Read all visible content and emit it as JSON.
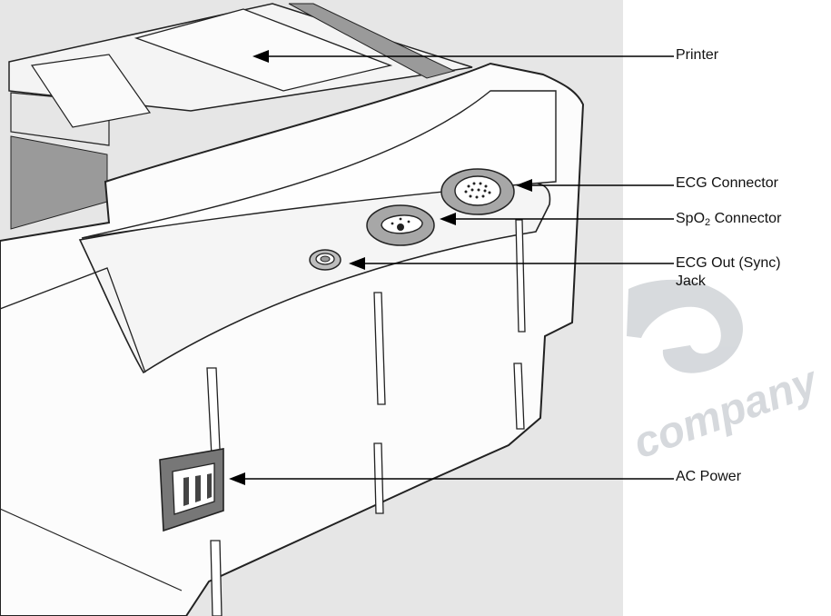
{
  "callouts": {
    "printer": "Printer",
    "ecg_connector": "ECG Connector",
    "spo2_prefix": "SpO",
    "spo2_sub": "2",
    "spo2_suffix": " Connector",
    "ecg_out_line1": "ECG Out (Sync)",
    "ecg_out_line2": "Jack",
    "ac_power": "AC Power"
  },
  "watermark": {
    "fragment": "company"
  },
  "colors": {
    "background_panel": "#e6e6e6",
    "device_body": "#fcfcfc",
    "printer_slot": "#9a9a9a",
    "outline": "#222222",
    "connector_ring": "#a7a7a7",
    "ac_inlet": "#777777",
    "watermark": "#c9cdd2"
  }
}
